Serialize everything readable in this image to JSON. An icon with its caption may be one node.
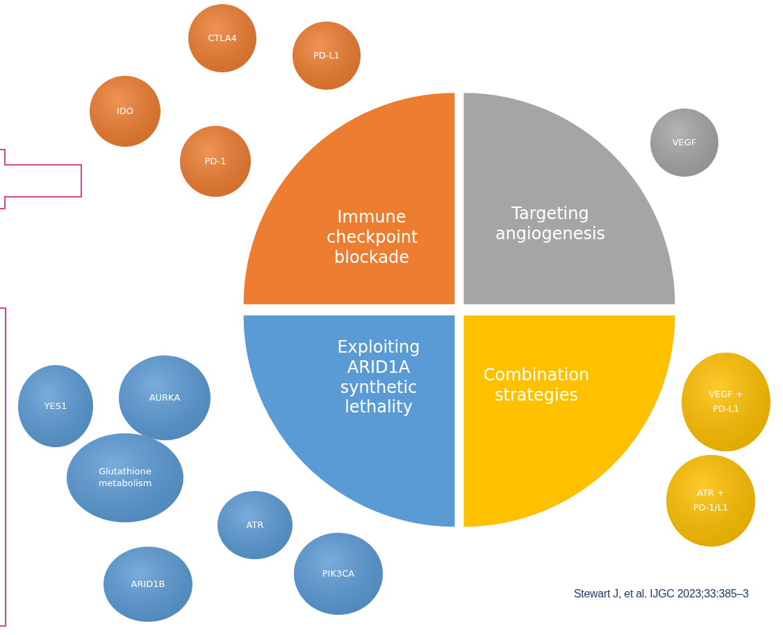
{
  "diagram": {
    "nodes": [
      {
        "text": [
          "Immune checkpoint blockade"
        ]
      },
      {
        "text": [
          "Targeting angiogenesis"
        ]
      },
      {
        "text": [
          "Exploiting ARID1A synthetic lethality"
        ]
      },
      {
        "text": [
          "Combination strategies"
        ]
      },
      {
        "text": [
          "CTLA4"
        ]
      },
      {
        "text": [
          "PD-L1"
        ]
      },
      {
        "text": [
          "IDO"
        ]
      },
      {
        "text": [
          "PD-1"
        ]
      },
      {
        "text": [
          "VEGF"
        ]
      },
      {
        "text": [
          "YES1"
        ]
      },
      {
        "text": [
          "AURKA"
        ]
      },
      {
        "text": [
          "Glutathione metabolism"
        ]
      },
      {
        "text": [
          "ATR"
        ]
      },
      {
        "text": [
          "ARID1B"
        ]
      },
      {
        "text": [
          "PIK3CA"
        ]
      },
      {
        "text": [
          "VEGF + PD-L1"
        ]
      },
      {
        "text": [
          "ATR + PD-1/L1"
        ]
      }
    ],
    "labels": [
      "Stewart J, et al. IJGC 2023;33:385–3"
    ]
  }
}
